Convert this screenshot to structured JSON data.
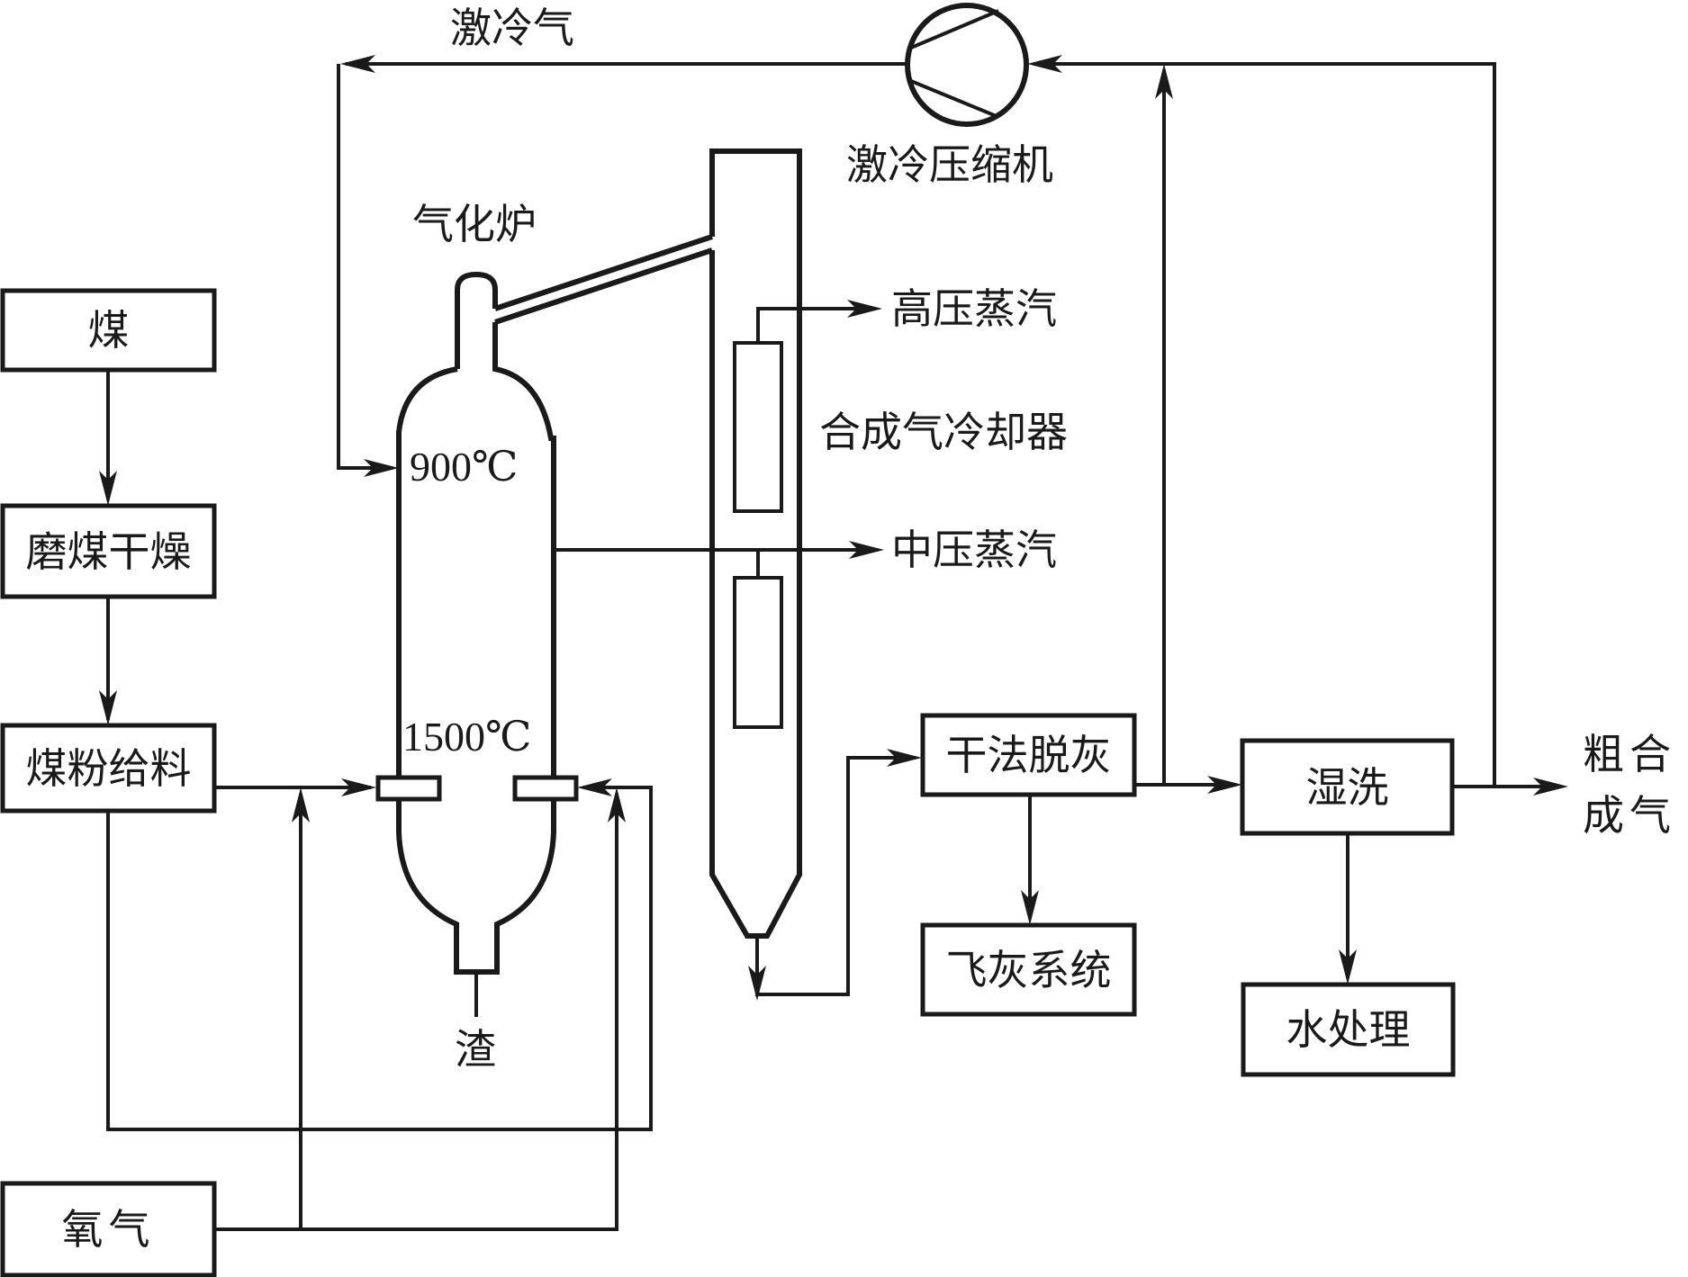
{
  "diagram": {
    "type": "process-flow",
    "title": "Coal gasification process flow"
  },
  "boxes": {
    "coal": "煤",
    "grinding_drying": "磨煤干燥",
    "pulverized_feed": "煤粉给料",
    "oxygen": "氧气",
    "dry_ash_removal": "干法脱灰",
    "fly_ash_system": "飞灰系统",
    "wet_scrubbing": "湿洗",
    "water_treatment": "水处理"
  },
  "labels": {
    "quench_gas": "激冷气",
    "quench_compressor": "激冷压缩机",
    "gasifier": "气化炉",
    "hp_steam": "高压蒸汽",
    "syngas_cooler": "合成气冷却器",
    "mp_steam": "中压蒸汽",
    "slag": "渣",
    "raw_syngas_line1": "粗合",
    "raw_syngas_line2": "成气",
    "temp_top": "900℃",
    "temp_bottom": "1500℃"
  },
  "edges": [
    {
      "from": "煤",
      "to": "磨煤干燥"
    },
    {
      "from": "磨煤干燥",
      "to": "煤粉给料"
    },
    {
      "from": "煤粉给料",
      "to": "气化炉 (left burner)"
    },
    {
      "from": "煤粉给料",
      "to": "气化炉 (right burner)"
    },
    {
      "from": "氧气",
      "to": "气化炉 (left burner)"
    },
    {
      "from": "氧气",
      "to": "气化炉 (right burner)"
    },
    {
      "from": "气化炉",
      "to": "合成气冷却器"
    },
    {
      "from": "合成气冷却器",
      "to": "高压蒸汽"
    },
    {
      "from": "气化炉",
      "to": "中压蒸汽"
    },
    {
      "from": "合成气冷却器",
      "to": "干法脱灰"
    },
    {
      "from": "干法脱灰",
      "to": "飞灰系统"
    },
    {
      "from": "干法脱灰",
      "to": "湿洗"
    },
    {
      "from": "干法脱灰",
      "to": "激冷压缩机"
    },
    {
      "from": "湿洗",
      "to": "水处理"
    },
    {
      "from": "湿洗",
      "to": "粗合成气"
    },
    {
      "from": "湿洗",
      "to": "激冷压缩机"
    },
    {
      "from": "激冷压缩机",
      "to": "气化炉 (激冷气)"
    },
    {
      "from": "气化炉",
      "to": "渣"
    }
  ]
}
